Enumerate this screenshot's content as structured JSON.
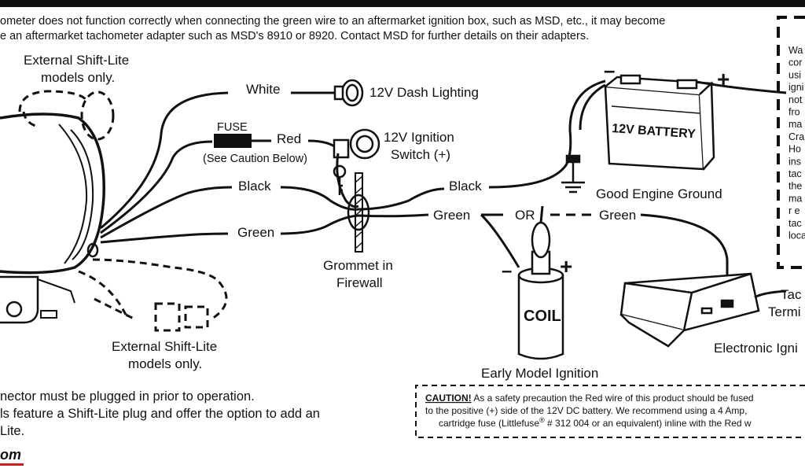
{
  "header": {
    "line1": "ometer does not function correctly when connecting the green wire to an aftermarket ignition box, such as MSD, etc., it may become",
    "line2": "e an aftermarket tachometer adapter such as MSD's 8910 or 8920. Contact MSD for further details on their adapters."
  },
  "labels": {
    "shift_lite_top_1": "External Shift-Lite",
    "shift_lite_top_2": "models only.",
    "shift_lite_bottom_1": "External Shift-Lite",
    "shift_lite_bottom_2": "models only.",
    "wire_white": "White",
    "dash_lighting": "12V Dash Lighting",
    "fuse": "FUSE",
    "wire_red": "Red",
    "see_caution": "(See Caution Below)",
    "ignition_switch_1": "12V Ignition",
    "ignition_switch_2": "Switch (+)",
    "wire_black_left": "Black",
    "wire_black_right": "Black",
    "wire_green_left": "Green",
    "wire_green_mid": "Green",
    "or": "OR",
    "wire_green_right": "Green",
    "grommet_1": "Grommet in",
    "grommet_2": "Firewall",
    "battery": "12V BATTERY",
    "battery_minus": "–",
    "battery_plus": "+",
    "ground": "Good Engine Ground",
    "coil": "COIL",
    "coil_minus": "–",
    "coil_plus": "+",
    "early_ignition": "Early Model Ignition",
    "tach_terminal_1": "Tac",
    "tach_terminal_2": "Termi",
    "electronic_ignition": "Electronic Igni"
  },
  "side_note": {
    "lines": [
      "Wa",
      "cor",
      "usi",
      "igni",
      "not",
      "fro",
      "ma",
      "Cra",
      "Ho",
      "ins",
      "tac",
      "the",
      "ma",
      "r e",
      "tac",
      "loca"
    ]
  },
  "footer": {
    "line1": "nector must be plugged in prior to operation.",
    "line2": "ls feature a Shift-Lite plug and offer the option to add an",
    "line3": "Lite."
  },
  "caution": {
    "heading": "CAUTION!",
    "line1_rest": " As a safety precaution the Red wire of this product should be fused",
    "line2": "to the positive (+) side of the 12V DC battery. We recommend using a 4 Amp,",
    "line3_a": "cartridge fuse (Littlefuse",
    "line3_sup": "®",
    "line3_b": " # 312 004 or an equivalent) inline with the Red w"
  },
  "logo": {
    "text": "om",
    "color": "#cc1f1f"
  }
}
